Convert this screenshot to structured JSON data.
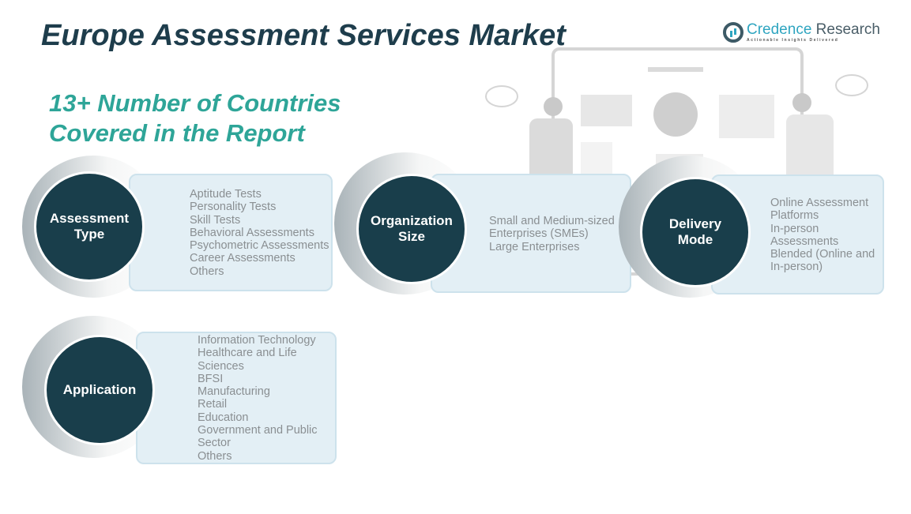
{
  "title": "Europe Assessment Services Market",
  "subtitle_line1": "13+ Number of Countries",
  "subtitle_line2": "Covered in the Report",
  "logo": {
    "name_part1": "Credence",
    "name_part2": " Research",
    "tagline": "Actionable Insights Delivered"
  },
  "segments": [
    {
      "label": "Assessment Type",
      "items": [
        "Aptitude Tests",
        "Personality Tests",
        "Skill Tests",
        "Behavioral Assessments",
        "Psychometric Assessments",
        "Career Assessments",
        "Others"
      ]
    },
    {
      "label": "Organization Size",
      "items": [
        "Small and Medium-sized",
        "Enterprises (SMEs)",
        "Large Enterprises"
      ]
    },
    {
      "label": "Delivery Mode",
      "items": [
        "Online Assessment",
        "Platforms",
        "In-person",
        "Assessments",
        "Blended (Online and",
        "In-person)"
      ]
    },
    {
      "label": "Application",
      "items": [
        "Information Technology",
        "Healthcare and Life",
        "Sciences",
        "BFSI",
        "Manufacturing",
        "Retail",
        "Education",
        "Government and Public",
        "Sector",
        "Others"
      ]
    }
  ]
}
